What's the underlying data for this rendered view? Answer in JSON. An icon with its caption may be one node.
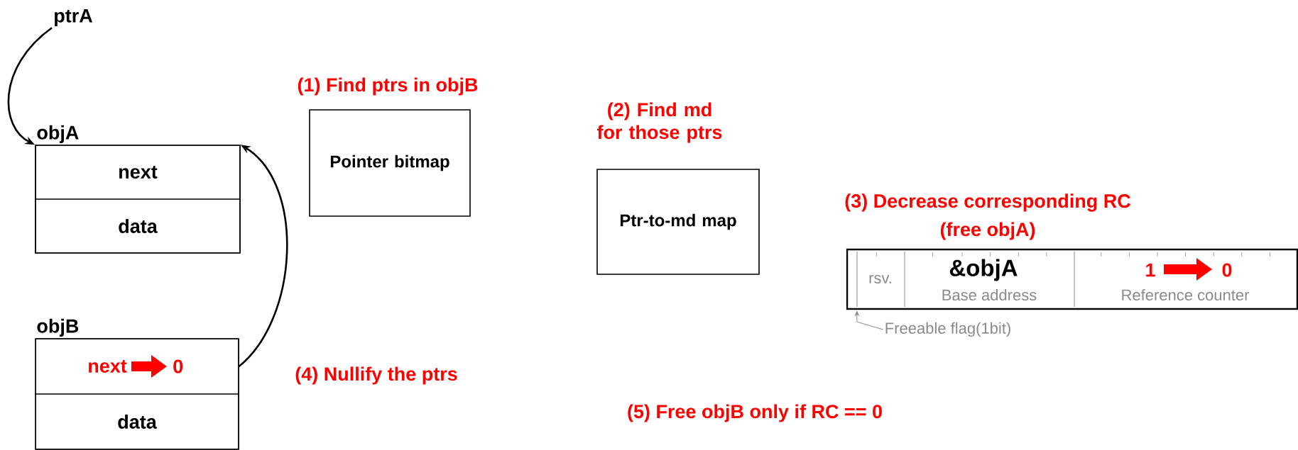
{
  "diagram": {
    "nodes": [
      {
        "text": [
          "ptrA"
        ]
      },
      {
        "text": [
          "objA"
        ]
      },
      {
        "text": [
          "next"
        ],
        "in": 1
      },
      {
        "text": [
          "data"
        ],
        "in": 1
      },
      {
        "text": [
          "objB"
        ]
      },
      {
        "text": [
          "next",
          "0"
        ],
        "in": 4
      },
      {
        "text": [
          "data"
        ],
        "in": 4
      },
      {
        "text": [
          "Pointer bitmap"
        ],
        "beside": [
          "(1) Find ptrs in objB"
        ]
      },
      {
        "text": [
          "Ptr-to-md map"
        ],
        "beside": [
          "(2) Find md for those ptrs"
        ]
      },
      {
        "text": [],
        "shape": "box",
        "beside": [
          "(3) Decrease corresponding RC",
          "(free objA)"
        ]
      },
      {
        "text": [
          "rsv."
        ],
        "in": 9
      },
      {
        "text": [
          "&objA",
          "Base address"
        ],
        "in": 9
      },
      {
        "text": [
          "1",
          "0",
          "Reference counter"
        ],
        "in": 9
      },
      {
        "text": [
          "Freeable flag(1bit)"
        ]
      }
    ],
    "edges": [
      {
        "from": 0,
        "to": 1,
        "arrow": "to"
      },
      {
        "from": 5,
        "to": 1,
        "arrow": "to"
      },
      {
        "from": 13,
        "to": 10,
        "arrow": "to",
        "color": "#8a8a8a"
      }
    ],
    "labels": [
      "(4) Nullify the ptrs",
      "(5) Free objB only if RC == 0"
    ]
  }
}
